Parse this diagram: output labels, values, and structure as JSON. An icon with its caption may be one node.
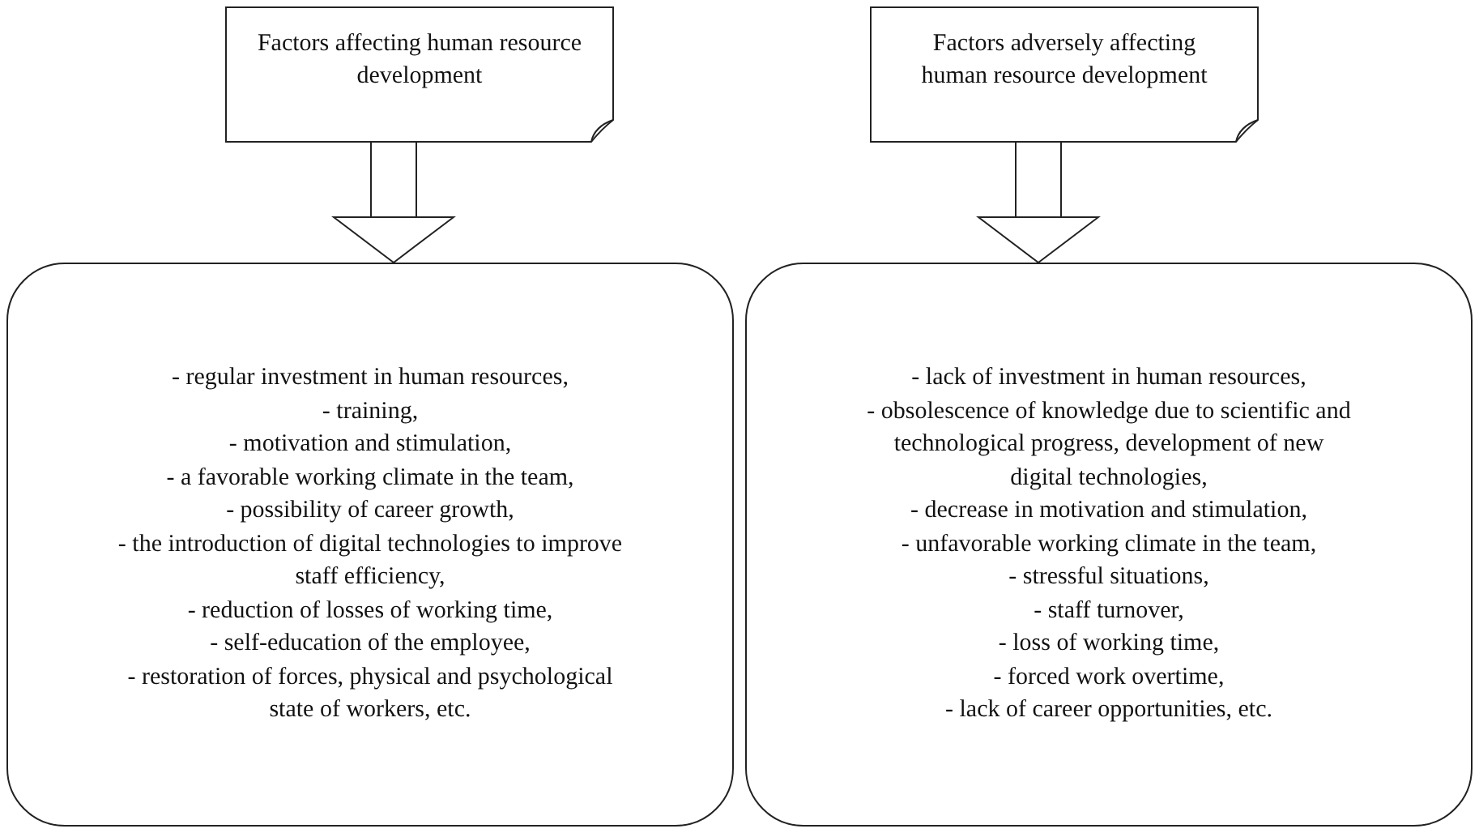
{
  "diagram": {
    "nodes": [
      {
        "text": [
          "Factors affecting human resource development"
        ]
      },
      {
        "text": [
          "- regular investment in human resources,",
          "- training,",
          "- motivation and stimulation,",
          "- a favorable working climate in the team,",
          "- possibility of career growth,",
          "- the introduction of digital technologies to improve staff efficiency,",
          "- reduction of losses of working time,",
          "- self-education of the employee,",
          "- restoration of forces, physical and psychological state of workers, etc."
        ]
      },
      {
        "text": [
          "Factors adversely affecting human resource development"
        ]
      },
      {
        "text": [
          "- lack of investment in human resources,",
          "- obsolescence of knowledge due to scientific and technological progress, development of new digital technologies,",
          "- decrease in motivation and stimulation,",
          "- unfavorable working climate in the team,",
          "- stressful situations,",
          "- staff turnover,",
          "- loss of working time,",
          "- forced work overtime,",
          "- lack of career opportunities, etc."
        ]
      }
    ],
    "edges": [
      {
        "from": 0,
        "to": 1,
        "arrow": "to"
      },
      {
        "from": 2,
        "to": 3,
        "arrow": "to"
      }
    ]
  }
}
